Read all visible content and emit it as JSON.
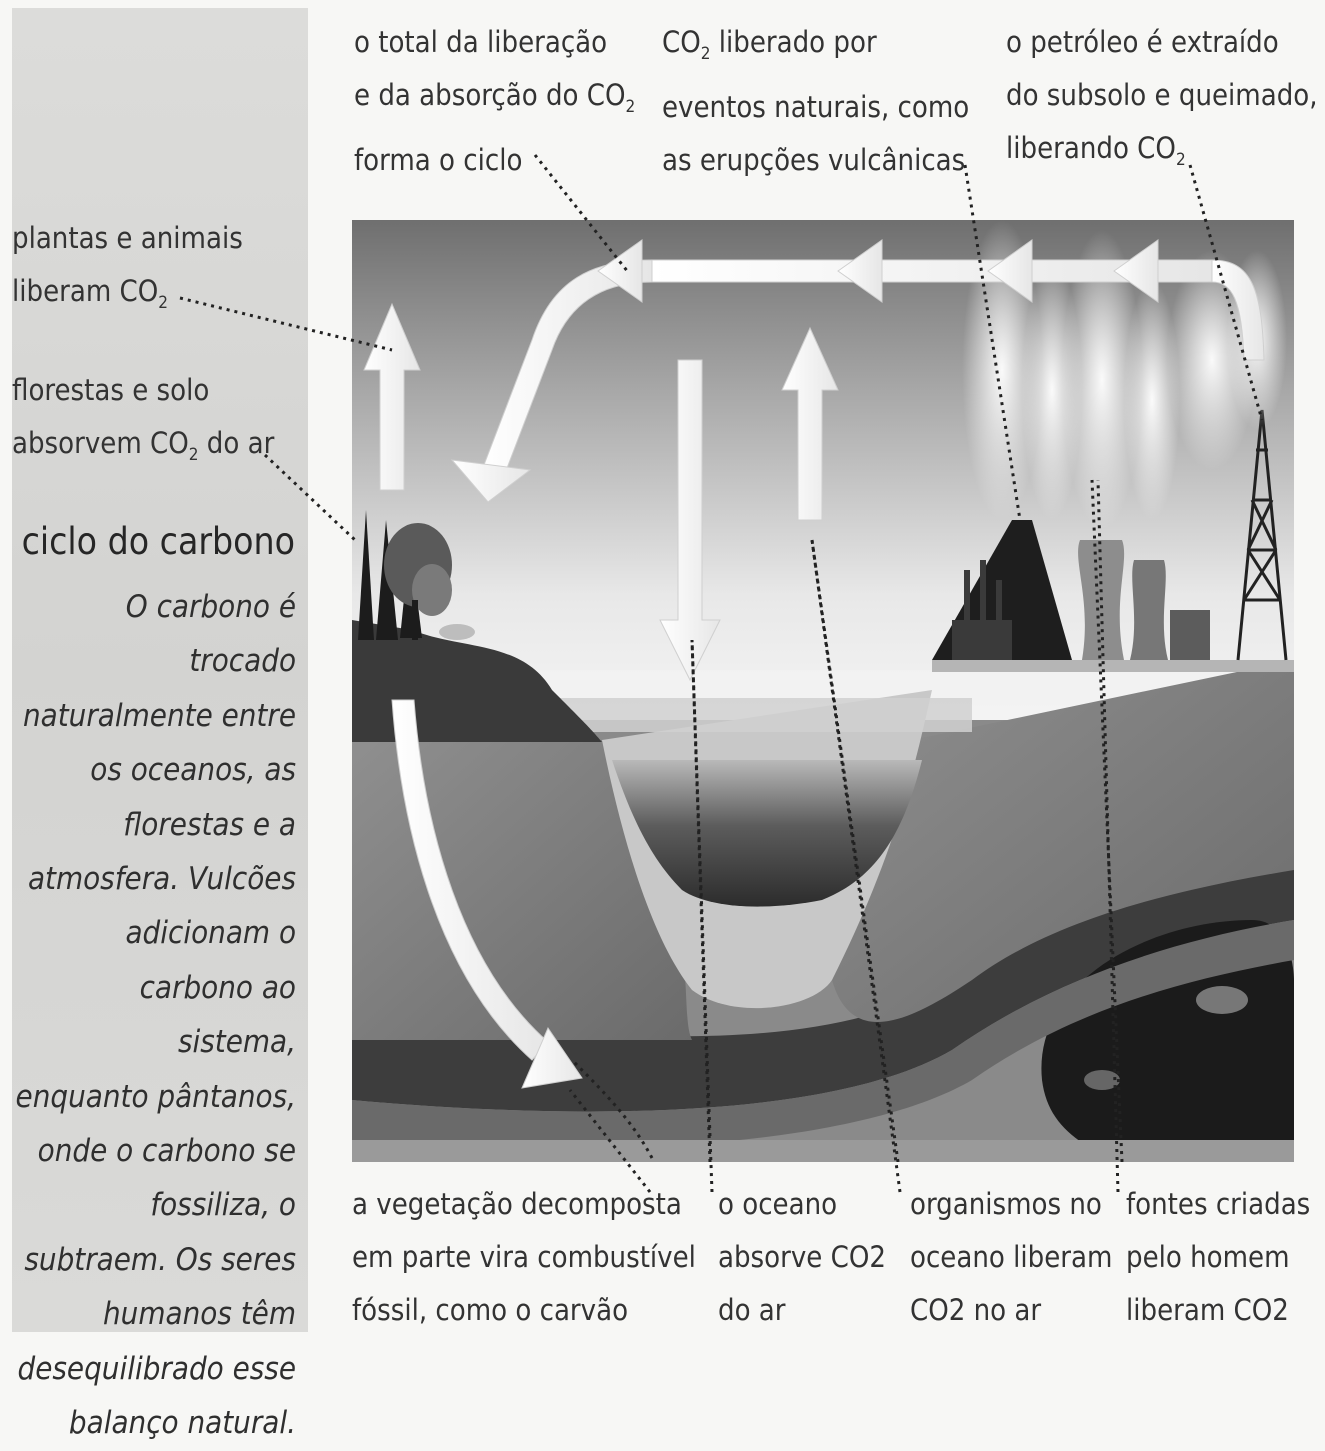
{
  "top_labels": {
    "cycle": [
      "o total da liberação",
      "e da absorção do CO",
      "forma o ciclo"
    ],
    "natural": [
      "CO",
      " liberado por",
      "eventos naturais, como",
      "as erupções vulcânicas"
    ],
    "oil": [
      "o petróleo é extraído",
      "do subsolo e queimado,",
      "liberando CO"
    ]
  },
  "left_labels": {
    "plants": [
      "plantas e animais",
      "liberam CO"
    ],
    "forests": [
      "florestas e solo",
      "absorvem CO",
      " do ar"
    ]
  },
  "subscript": "2",
  "title": "ciclo do carbono",
  "description": [
    "O carbono é trocado",
    "naturalmente entre",
    "os oceanos, as",
    "florestas e a",
    "atmosfera. Vulcões",
    "adicionam o",
    "carbono ao sistema,",
    "enquanto pântanos,",
    "onde o carbono se",
    "fossiliza, o",
    "subtraem. Os seres",
    "humanos têm",
    "desequilibrado esse",
    "balanço natural."
  ],
  "bottom_labels": {
    "vegetation": [
      "a vegetação decomposta",
      "em parte vira combustível",
      "fóssil, como o carvão"
    ],
    "ocean": [
      "o oceano",
      "absorve CO2",
      "do ar"
    ],
    "organisms": [
      "organismos no",
      "oceano liberam",
      "CO2 no ar"
    ],
    "sources": [
      "fontes criadas",
      "pelo homem",
      "liberam CO2"
    ]
  }
}
